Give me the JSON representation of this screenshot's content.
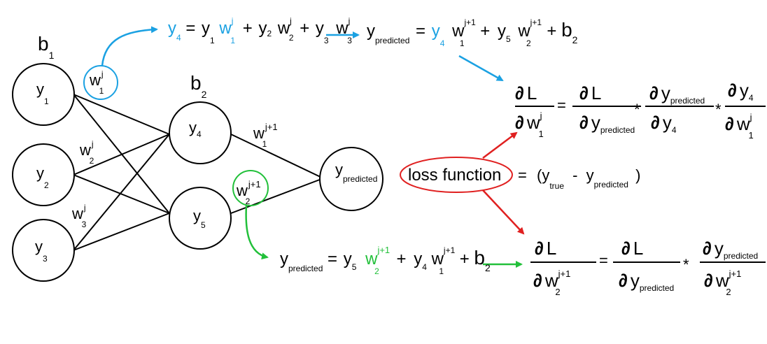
{
  "colors": {
    "blue": "#1ba1e2",
    "green": "#22c03a",
    "red": "#e02020",
    "black": "#000000"
  },
  "symbols": {
    "y": "y",
    "w": "w",
    "b": "b",
    "L": "L",
    "partial": "∂",
    "eq": "=",
    "plus": "+",
    "times": "*",
    "minus": "-",
    "lparen": "(",
    "rparen": ")",
    "sub_1": "1",
    "sub_2": "2",
    "sub_3": "3",
    "sub_4": "4",
    "sub_5": "5",
    "sup_j": "j",
    "sup_j1": "j+1",
    "sub_predicted": "predicted",
    "sub_true": "true"
  },
  "network": {
    "bias_1": {
      "base": "b",
      "sub": "1"
    },
    "bias_2": {
      "base": "b",
      "sub": "2"
    },
    "weight_labels": {
      "w1j": {
        "base": "w",
        "sub": "1",
        "sup": "j"
      },
      "w2j": {
        "base": "w",
        "sub": "2",
        "sup": "j"
      },
      "w3j": {
        "base": "w",
        "sub": "3",
        "sup": "j"
      },
      "w1j1": {
        "base": "w",
        "sub": "1",
        "sup": "j+1"
      },
      "w2j1": {
        "base": "w",
        "sub": "2",
        "sup": "j+1"
      }
    }
  },
  "loss_label": "loss function"
}
